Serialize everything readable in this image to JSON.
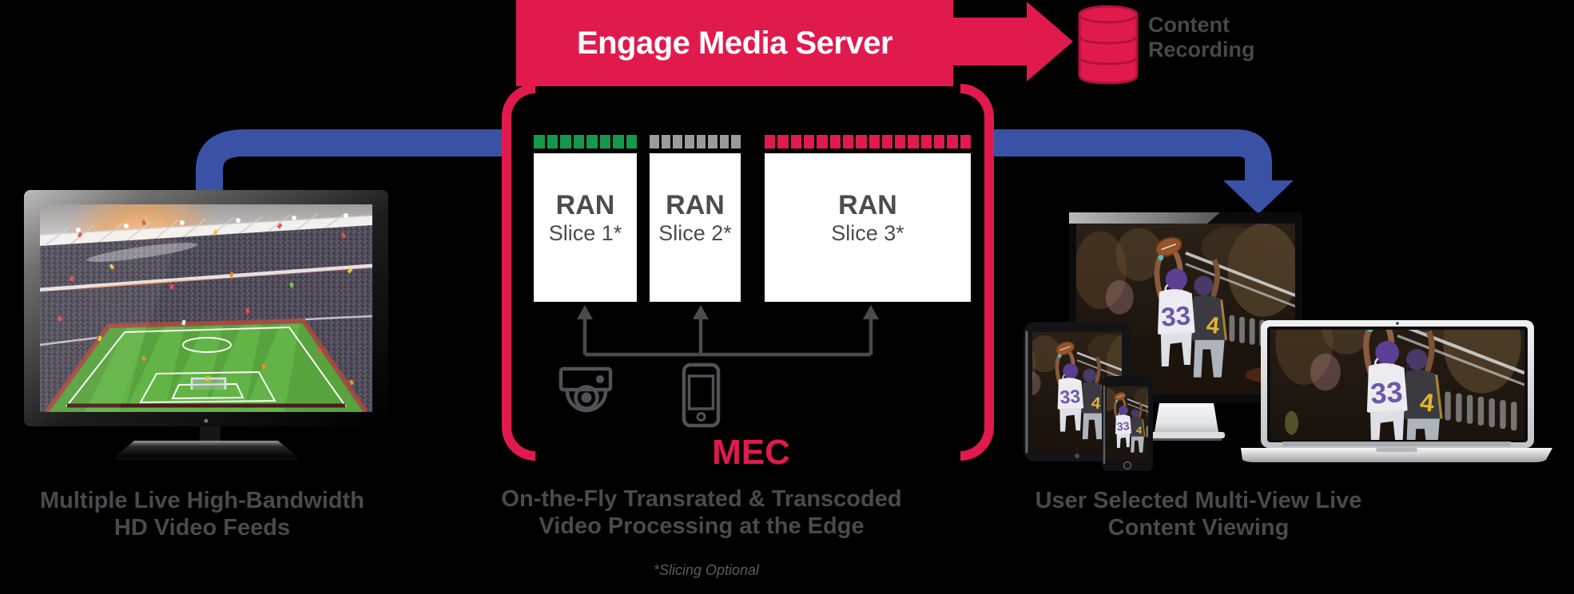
{
  "colors": {
    "accent": "#e11a4d",
    "accent_dark": "#b01239",
    "flow_blue": "#3a52a5",
    "caption_gray": "#4a4a4c",
    "segment_green": "#13994b",
    "segment_gray": "#9b9b9d",
    "segment_pink": "#e11a4d",
    "icon_gray": "#515254",
    "background": "#000000"
  },
  "banner": {
    "label": "Engage Media Server"
  },
  "recording": {
    "line1": "Content",
    "line2": "Recording",
    "icon": "database-icon"
  },
  "edge_box": {
    "label": "MEC",
    "slices": [
      {
        "name": "RAN",
        "slice": "Slice 1*",
        "segments": 8,
        "segment_color": "#13994b"
      },
      {
        "name": "RAN",
        "slice": "Slice 2*",
        "segments": 8,
        "segment_color": "#9b9b9d"
      },
      {
        "name": "RAN",
        "slice": "Slice 3*",
        "segments": 16,
        "segment_color": "#e11a4d"
      }
    ],
    "ingest_icons": [
      "camera-icon",
      "smartphone-icon"
    ]
  },
  "captions": {
    "left_line1": "Multiple Live High-Bandwidth",
    "left_line2": "HD Video Feeds",
    "center_line1": "On-the-Fly Transrated & Transcoded",
    "center_line2": "Video Processing at the Edge",
    "center_note": "*Slicing Optional",
    "right_line1": "User Selected Multi-View Live",
    "right_line2": "Content Viewing"
  }
}
